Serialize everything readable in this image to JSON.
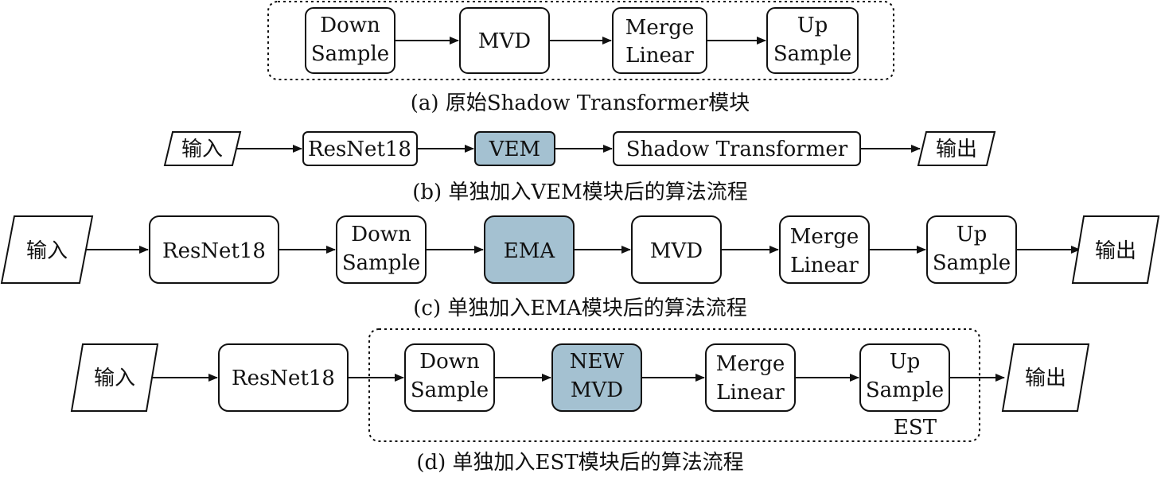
{
  "diagram_a": {
    "down_sample": [
      "Down",
      "Sample"
    ],
    "mvd": "MVD",
    "merge_linear": [
      "Merge",
      "Linear"
    ],
    "up_sample": [
      "Up",
      "Sample"
    ],
    "caption": "(a) 原始Shadow Transformer模块"
  },
  "diagram_b": {
    "input": "输入",
    "resnet": "ResNet18",
    "vem": "VEM",
    "shadow_transformer": "Shadow Transformer",
    "output": "输出",
    "caption": "(b) 单独加入VEM模块后的算法流程"
  },
  "diagram_c": {
    "input": "输入",
    "resnet": "ResNet18",
    "down_sample": [
      "Down",
      "Sample"
    ],
    "ema": "EMA",
    "mvd": "MVD",
    "merge_linear": [
      "Merge",
      "Linear"
    ],
    "up_sample": [
      "Up",
      "Sample"
    ],
    "output": "输出",
    "caption": "(c) 单独加入EMA模块后的算法流程"
  },
  "diagram_d": {
    "input": "输入",
    "resnet": "ResNet18",
    "down_sample": [
      "Down",
      "Sample"
    ],
    "new_mvd": [
      "NEW",
      "MVD"
    ],
    "merge_linear": [
      "Merge",
      "Linear"
    ],
    "up_sample": [
      "Up",
      "Sample"
    ],
    "group_label": "EST",
    "output": "输出",
    "caption": "(d) 单独加入EST模块后的算法流程"
  },
  "colors": {
    "highlight": "#a4c1d1",
    "stroke": "#111111"
  }
}
